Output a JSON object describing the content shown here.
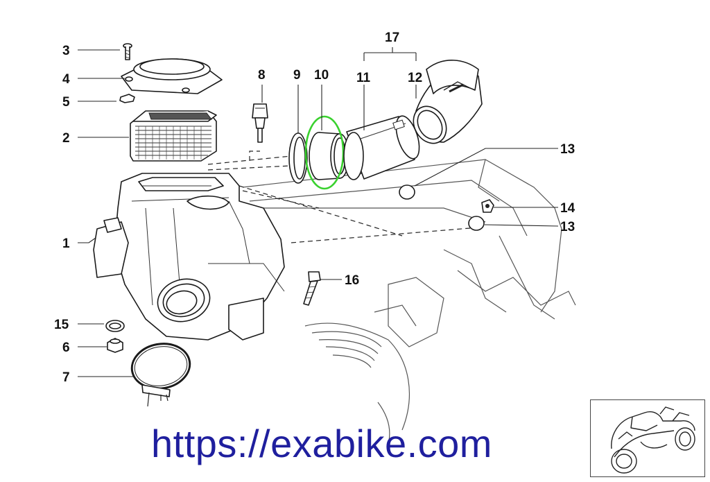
{
  "diagram": {
    "callouts": {
      "c1": "1",
      "c2": "2",
      "c3": "3",
      "c4": "4",
      "c5": "5",
      "c6": "6",
      "c7": "7",
      "c8": "8",
      "c9": "9",
      "c10": "10",
      "c11": "11",
      "c12": "12",
      "c13a": "13",
      "c13b": "13",
      "c14": "14",
      "c15": "15",
      "c16": "16",
      "c17": "17"
    },
    "highlight_color": "#39d12e",
    "ink_color": "#1a1a1a"
  },
  "watermark": {
    "text": "https://exabike.com",
    "color": "#1f1f9e"
  },
  "thumbnail": {
    "icon": "motorcycle-icon"
  }
}
